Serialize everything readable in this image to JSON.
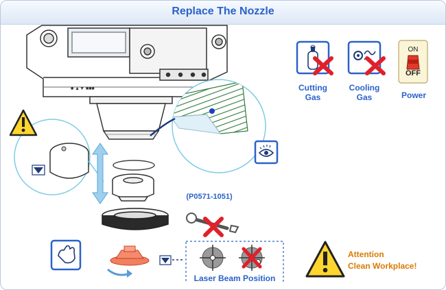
{
  "title": "Replace The Nozzle",
  "part_number": "(P0571-1051)",
  "laser_beam_label": "Laser Beam Position",
  "status_icons": [
    {
      "name": "cutting-gas-off-icon",
      "label_line1": "Cutting",
      "label_line2": "Gas"
    },
    {
      "name": "cooling-gas-off-icon",
      "label_line1": "Cooling",
      "label_line2": "Gas"
    },
    {
      "name": "power-switch-icon",
      "label_line1": "Power",
      "label_line2": ""
    }
  ],
  "power_switch": {
    "on_text": "ON",
    "off_text": "OFF"
  },
  "attention": {
    "line1": "Attention",
    "line2": "Clean Workplace!"
  },
  "colors": {
    "title": "#2a62c9",
    "warning_text": "#d97a00",
    "cross": "#e0202a",
    "icon_border": "#2a62c9"
  }
}
